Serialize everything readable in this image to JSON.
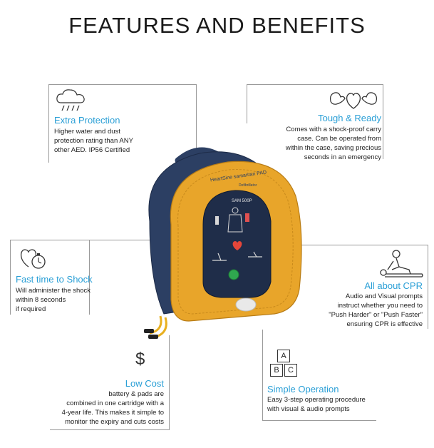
{
  "title": "FEATURES AND BENEFITS",
  "features": {
    "extra_protection": {
      "title": "Extra Protection",
      "lines": [
        "Higher water and dust",
        "protection rating than ANY",
        "other AED. IP56 Certified"
      ],
      "icon": "rain-cloud-icon"
    },
    "tough_ready": {
      "title": "Tough & Ready",
      "lines": [
        "Comes with a shock-proof carry",
        "case. Can be operated from",
        "within the case, saving precious",
        "seconds in an emergency"
      ],
      "icon": "heart-muscles-icon"
    },
    "fast_shock": {
      "title": "Fast time to Shock",
      "lines": [
        "Will administer the shock",
        "within 8 seconds",
        "if required"
      ],
      "icon": "heart-stopwatch-icon"
    },
    "cpr": {
      "title": "All about CPR",
      "lines": [
        "Audio and Visual prompts",
        "instruct whether you need to",
        "\"Push Harder\" or \"Push Faster\"",
        "ensuring CPR is effective"
      ],
      "icon": "cpr-person-icon"
    },
    "low_cost": {
      "title": "Low Cost",
      "lines": [
        "battery & pads are",
        "combined in one cartridge with a",
        "4-year life. This makes it simple to",
        "monitor the expiry and cuts costs"
      ],
      "icon": "dollar-icon",
      "symbol": "$"
    },
    "simple_op": {
      "title": "Simple Operation",
      "lines": [
        "Easy 3-step operating procedure",
        "with visual & audio prompts"
      ],
      "icon": "abc-blocks-icon",
      "blocks": [
        "A",
        "B",
        "C"
      ]
    }
  },
  "device": {
    "model_label": "SAM 500P",
    "brand_text": "HeartSine samaritan PAD",
    "sub_text": "Defibrillator"
  },
  "colors": {
    "accent_blue": "#2a9fd6",
    "case_orange": "#e8a52a",
    "case_navy": "#2c3f63"
  }
}
